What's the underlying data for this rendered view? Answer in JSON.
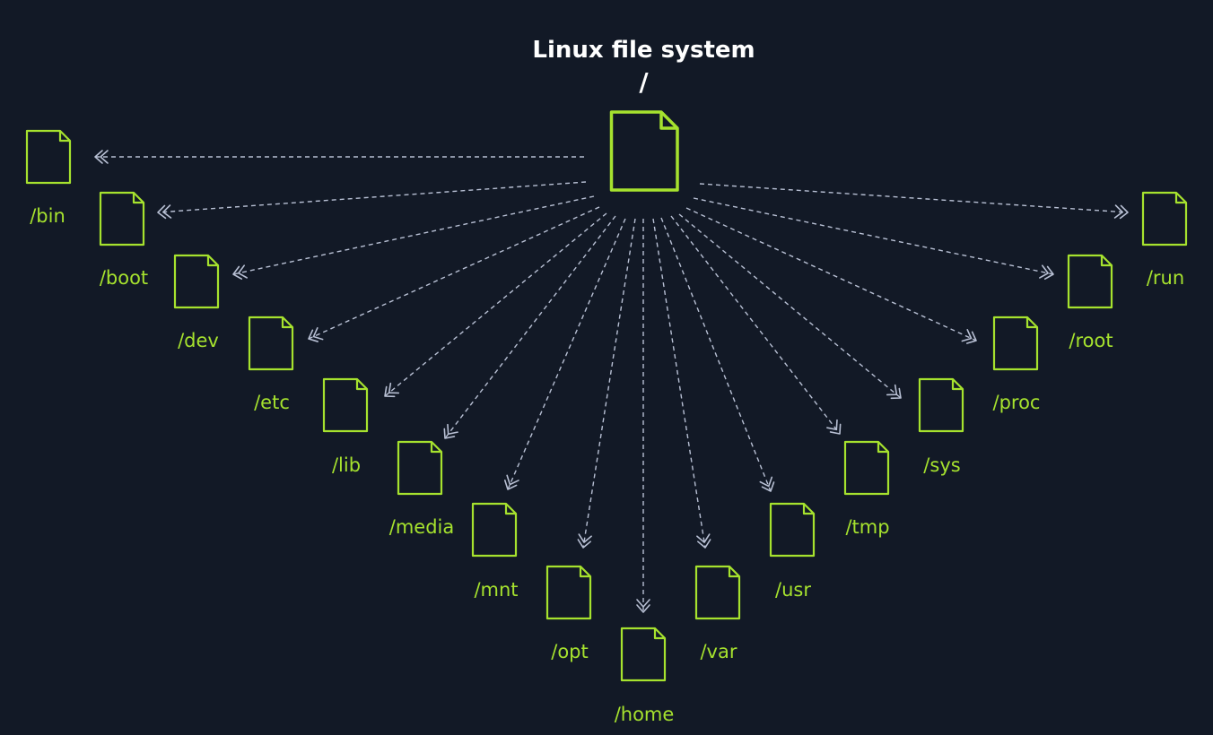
{
  "title": "Linux file system",
  "root": {
    "label": "/",
    "icon": "file-icon"
  },
  "children": [
    {
      "id": "bin",
      "label": "/bin"
    },
    {
      "id": "boot",
      "label": "/boot"
    },
    {
      "id": "dev",
      "label": "/dev"
    },
    {
      "id": "etc",
      "label": "/etc"
    },
    {
      "id": "lib",
      "label": "/lib"
    },
    {
      "id": "media",
      "label": "/media"
    },
    {
      "id": "mnt",
      "label": "/mnt"
    },
    {
      "id": "opt",
      "label": "/opt"
    },
    {
      "id": "home",
      "label": "/home"
    },
    {
      "id": "var",
      "label": "/var"
    },
    {
      "id": "usr",
      "label": "/usr"
    },
    {
      "id": "tmp",
      "label": "/tmp"
    },
    {
      "id": "sys",
      "label": "/sys"
    },
    {
      "id": "proc",
      "label": "/proc"
    },
    {
      "id": "root",
      "label": "/root"
    },
    {
      "id": "run",
      "label": "/run"
    }
  ],
  "colors": {
    "background": "#121926",
    "accent": "#a6e22e",
    "connector": "#b8c0d4",
    "title": "#ffffff"
  }
}
